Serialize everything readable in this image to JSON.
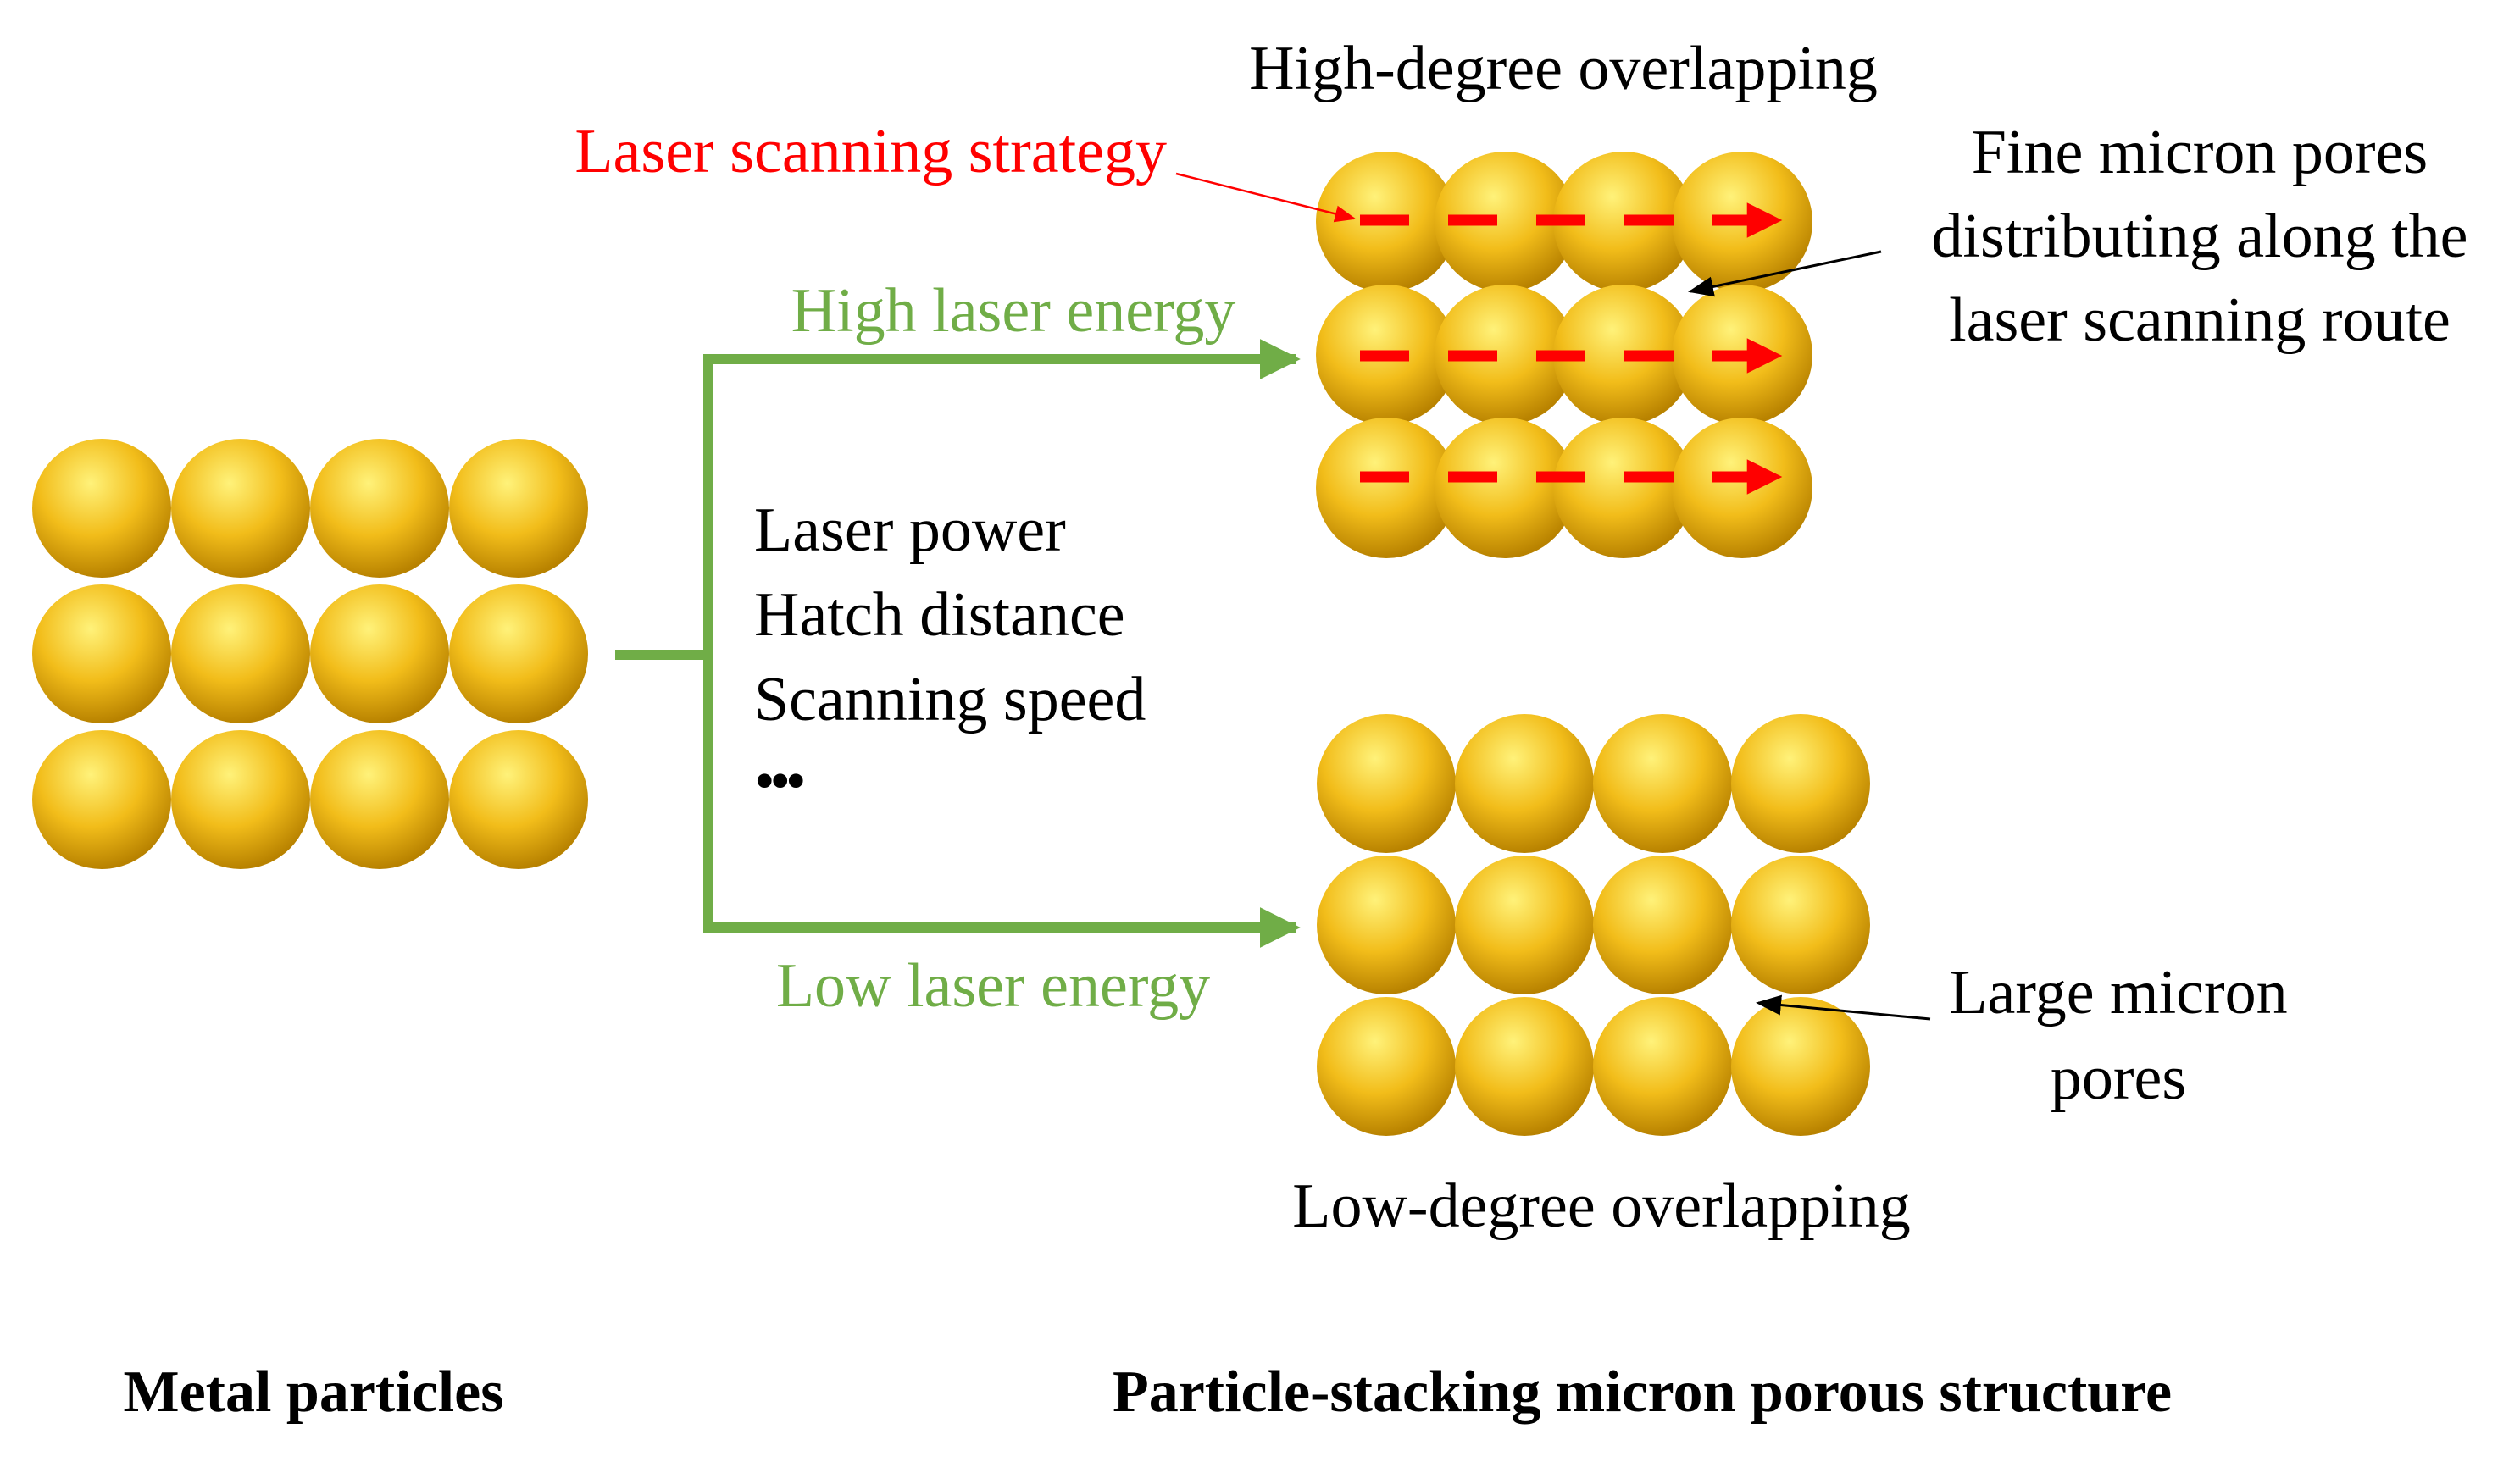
{
  "labels": {
    "high_overlap": "High-degree overlapping",
    "laser_strategy": "Laser scanning strategy",
    "fine_pores_line1": "Fine micron pores",
    "fine_pores_line2": "distributing along the",
    "fine_pores_line3": "laser scanning route",
    "high_energy": "High laser energy",
    "param_power": "Laser power",
    "param_hatch": "Hatch distance",
    "param_speed": "Scanning speed",
    "param_more": "•••",
    "low_energy": "Low laser energy",
    "large_pores_line1": "Large micron",
    "large_pores_line2": "pores",
    "low_overlap": "Low-degree overlapping",
    "metal_particles": "Metal particles",
    "porous_structure": "Particle-stacking micron porous structure"
  },
  "grids": {
    "metal": {
      "rows": 3,
      "cols": 4
    },
    "high_overlap": {
      "rows": 3,
      "cols": 4
    },
    "low_overlap": {
      "rows": 3,
      "cols": 4
    }
  },
  "colors": {
    "particle_light": "#fff27a",
    "particle_mid": "#f2bd1a",
    "particle_dark": "#b88200",
    "branch_green": "#70ad47",
    "energy_text": "#70ad47",
    "strategy_red": "#ff0000",
    "text": "#000000"
  }
}
